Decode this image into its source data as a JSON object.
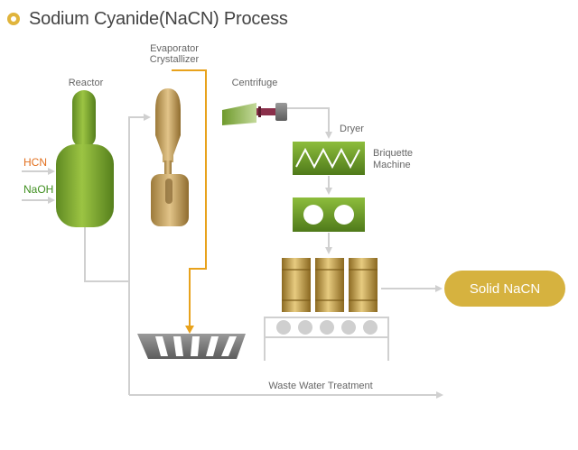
{
  "title": "Sodium Cyanide(NaCN) Process",
  "labels": {
    "reactor": "Reactor",
    "evaporator_line1": "Evaporator",
    "evaporator_line2": "Crystallizer",
    "centrifuge": "Centrifuge",
    "dryer": "Dryer",
    "briquette_line1": "Briquette",
    "briquette_line2": "Machine",
    "waste": "Waste Water Treatment"
  },
  "inputs": {
    "hcn": "HCN",
    "naoh": "NaOH"
  },
  "product": "Solid NaCN",
  "colors": {
    "title_bullet": "#e0b43c",
    "hcn": "#e2701f",
    "naoh": "#3f8f1f",
    "evaporator_line": "#e8a21c",
    "flow_line": "#d0d0d0",
    "product_fill": "#d6b23f"
  }
}
